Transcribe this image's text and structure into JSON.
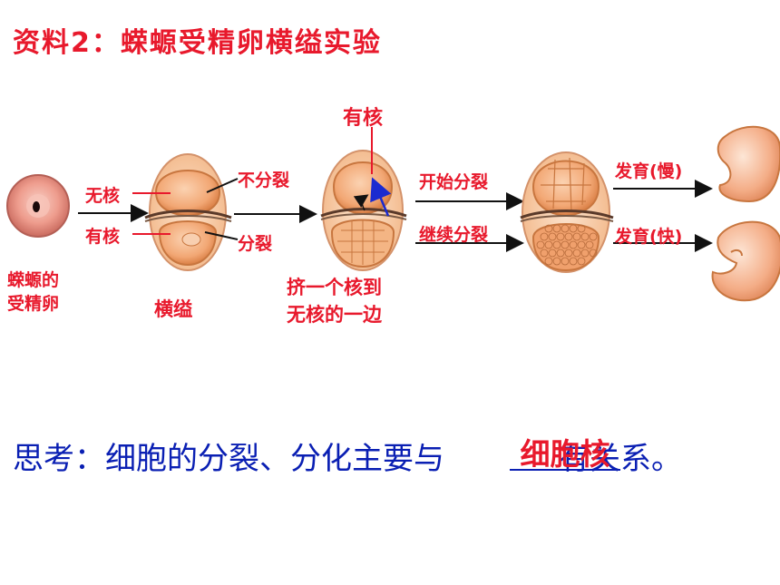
{
  "title": "资料2：蝾螈受精卵横缢实验",
  "labels": {
    "no_nucleus": "无核",
    "has_nucleus_left": "有核",
    "no_division": "不分裂",
    "division": "分裂",
    "has_nucleus_top": "有核",
    "start_division": "开始分裂",
    "continue_division": "继续分裂",
    "develop_slow": "发育(慢)",
    "develop_fast": "发育(快)"
  },
  "captions": {
    "egg_line1": "蝾螈的",
    "egg_line2": "受精卵",
    "constriction": "横缢",
    "squeeze_line1": "挤一个核到",
    "squeeze_line2": "无核的一边"
  },
  "question": {
    "prefix": "思考：",
    "text_before": "细胞的分裂、分化主要与",
    "answer": "细胞核",
    "text_after": "有关系。"
  },
  "colors": {
    "title_red": "#e8192c",
    "question_blue": "#0a1fb3",
    "cell_orange": "#f2a774",
    "egg_pink": "#e88a7c"
  }
}
